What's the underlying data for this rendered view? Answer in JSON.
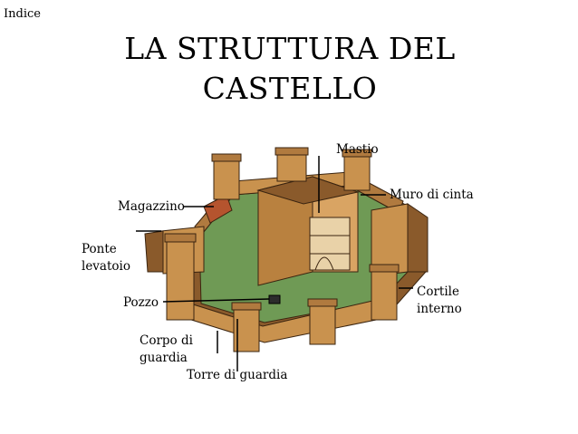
{
  "nav": {
    "index_label": "Indice"
  },
  "title": {
    "line1": "LA STRUTTURA DEL",
    "line2": "CASTELLO"
  },
  "labels": {
    "mastio": "Mastio",
    "muro_di_cinta": "Muro di cinta",
    "magazzino": "Magazzino",
    "ponte_levatoio": "Ponte\nlevatoio",
    "pozzo": "Pozzo",
    "cortile_interno": "Cortile\ninterno",
    "corpo_di_guardia": "Corpo di\nguardia",
    "torre_di_guardia": "Torre di guardia"
  },
  "colors": {
    "stone": "#c9924e",
    "stone_dark": "#8a5a2b",
    "stone_shadow": "#6b4420",
    "courtyard": "#6f9a55",
    "roof": "#b5542e",
    "outline": "#3a2410"
  }
}
